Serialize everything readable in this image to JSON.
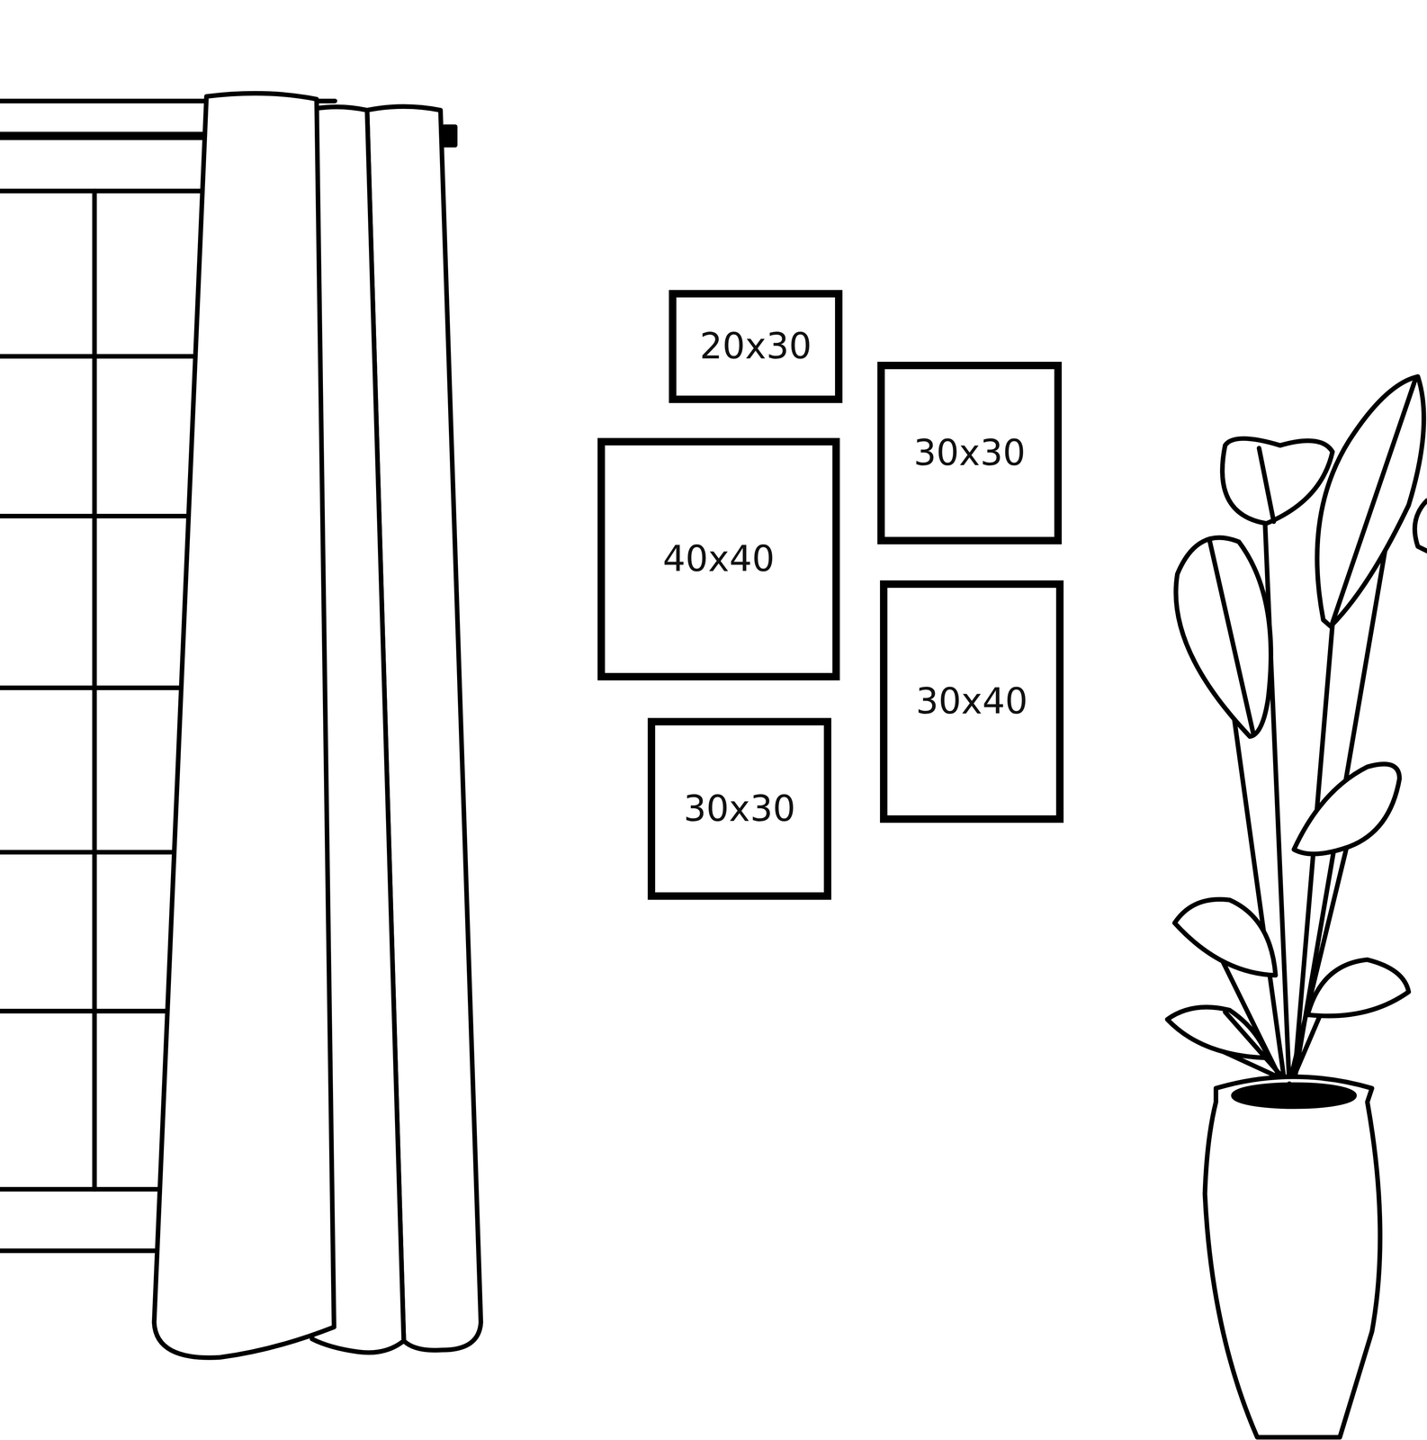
{
  "diagram": {
    "nodes": [
      {
        "text": [
          "20x30"
        ]
      },
      {
        "text": [
          "30x30"
        ]
      },
      {
        "text": [
          "40x40"
        ]
      },
      {
        "text": [
          "30x40"
        ]
      },
      {
        "text": [
          "30x30"
        ]
      }
    ]
  }
}
